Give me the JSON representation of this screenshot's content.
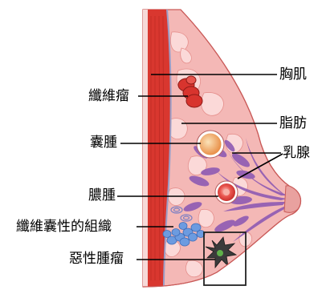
{
  "labels": {
    "pectoral_muscle": "胸肌",
    "fibroadenoma": "纖維瘤",
    "fat": "脂肪",
    "cyst": "囊腫",
    "mammary_gland": "乳腺",
    "abscess": "膿腫",
    "fibrocystic_tissue": "纖維囊性的組織",
    "malignant_tumor": "惡性腫瘤"
  },
  "colors": {
    "muscle": "#d9372f",
    "tissue": "#f2b6b4",
    "fat": "#f6d0cf",
    "gland": "#8e5ab3",
    "cyst": "#f2a463",
    "abscess": "#d3312c",
    "fibrocystic": "#5d8fd6",
    "tumor": "#404040",
    "line": "#000000"
  }
}
